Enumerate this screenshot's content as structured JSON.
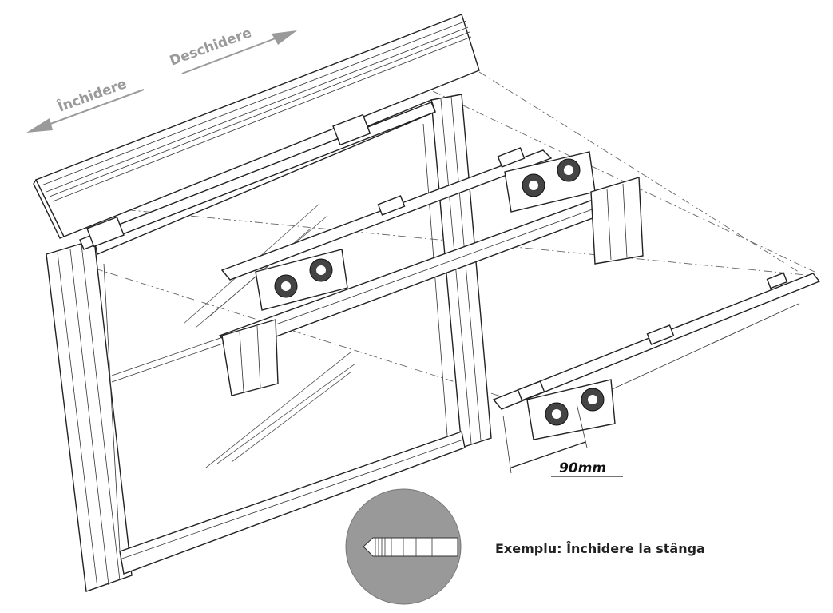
{
  "labels": {
    "opening": "Deschidere",
    "closing": "Închidere",
    "dimension": "90mm",
    "caption": "Exemplu: Închidere la stânga"
  },
  "colors": {
    "arrow_gray": "#9a9a9a",
    "badge_fill": "#999999",
    "line": "#222222"
  },
  "icons": [
    "direction-arrow-left-icon"
  ]
}
